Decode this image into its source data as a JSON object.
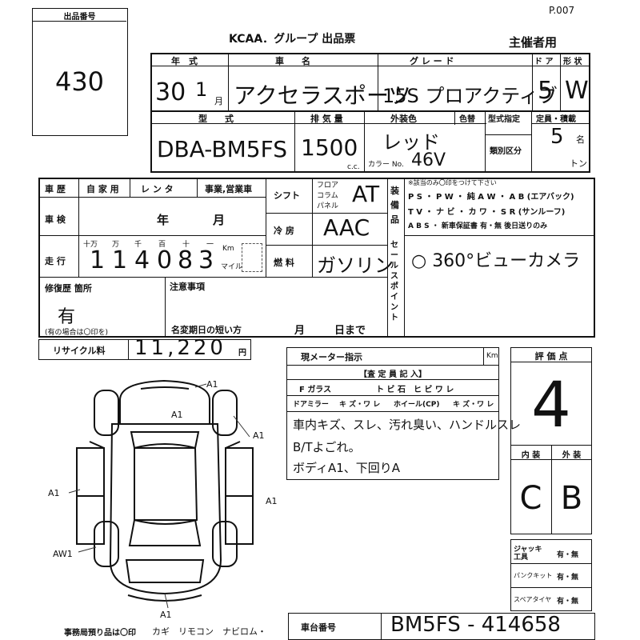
{
  "page_no": "P.007",
  "title": "KCAA．グループ 出品票",
  "organizer": "主催者用",
  "lot": {
    "label": "出品番号",
    "number": "430"
  },
  "vehicle": {
    "year_label": "年　式",
    "year_value": "30",
    "year_slash": "1",
    "year_unit": "月",
    "name_label": "車　　名",
    "name_value": "アクセラスポーツ",
    "grade_label": "グ レ ー ド",
    "grade_value": "15S プロアクティブ",
    "door_label": "ド ア",
    "door_value": "5",
    "shape_label": "形 状",
    "shape_value": "W",
    "model_label": "型　　式",
    "model_value": "DBA-BM5FS",
    "cc_label": "排 気 量",
    "cc_value": "1500",
    "cc_unit": "c.c.",
    "exterior_label": "外装色",
    "exterior_value": "レッド",
    "color_no_label": "色替",
    "color_code_label": "カラー No.",
    "color_code_value": "46V",
    "model_spec_label": "型式指定",
    "class_label": "類別区分",
    "capacity_label": "定員・積載",
    "capacity_value": "5",
    "capacity_unit": "名",
    "ton_unit": "トン"
  },
  "history": {
    "history_label": "車 歴",
    "private": "自 家 用",
    "rental": "レ ン タ",
    "business": "事業,営業車",
    "inspection_label": "車 検",
    "year_unit": "年",
    "month_unit": "月",
    "mileage_label": "走 行",
    "digit_units": [
      "十万",
      "万",
      "千",
      "百",
      "十",
      "一"
    ],
    "digits": [
      "1",
      "1",
      "4",
      "0",
      "8",
      "3"
    ],
    "km_label": "Km",
    "mile_label": "マイル"
  },
  "shift": {
    "label": "シフト",
    "options": [
      "フロア",
      "コラム",
      "パネル"
    ],
    "value": "AT"
  },
  "ac": {
    "label": "冷 房",
    "value": "AAC"
  },
  "fuel": {
    "label": "燃 料",
    "value": "ガソリン"
  },
  "equipment": {
    "label": "装備品",
    "note": "※該当のみ〇印をつけて下さい",
    "line1": "P S ・ P W ・ 純 A W ・ A B (エアバック)",
    "line2": "T V ・ ナ ビ ・ カ ワ ・ S R (サンルーフ)",
    "line3": "A B S ・ 新車保証書 有・無 後日送りのみ"
  },
  "sales_point": {
    "label": "セールスポイント",
    "value": "○ 360°ビューカメラ"
  },
  "repair": {
    "label": "修復歴 箇所",
    "value": "有",
    "note": "(有の場合は〇印を)"
  },
  "notes": {
    "label": "注意事項",
    "name_change_label": "名変期日の短い方",
    "month": "月",
    "day": "日まで"
  },
  "recycle": {
    "label": "リサイクル料",
    "value": "11,220",
    "unit": "円"
  },
  "inspector": {
    "meter_label": "現メーター指示",
    "km_label": "Km",
    "header": "【査 定 員 記 入】",
    "glass_label": "F ガラス",
    "glass_options": "ト ビ 石　ヒ ビ ワ レ",
    "mirror_label": "ドアミラー",
    "mirror_options": "キ ズ・ワ レ",
    "wheel_label": "ホイール(CP)",
    "wheel_options": "キ ズ・ワ レ",
    "remark1": "車内キズ、スレ、汚れ臭い、ハンドルスレ",
    "remark2": "B/Tよごれ。",
    "remark3": "ボディA1、下回りA"
  },
  "grade_eval": {
    "label": "評 価 点",
    "score": "4",
    "interior_label": "内 装",
    "interior_value": "C",
    "exterior_label": "外 装",
    "exterior_value": "B"
  },
  "tools": {
    "jack_label": "ジャッキ 工具",
    "jack_value": "有・無",
    "puncture_label": "パンクキット",
    "puncture_value": "有・無",
    "spare_label": "スペアタイヤ",
    "spare_value": "有・無"
  },
  "diagram_marks": [
    "A1",
    "A1",
    "A1",
    "A1",
    "A1",
    "AW1",
    "A1"
  ],
  "office": {
    "label": "事務局預り品は〇印",
    "items": "カギ　リモコン　ナビロム・"
  },
  "chassis": {
    "label": "車台番号",
    "value": "BM5FS - 414658"
  }
}
